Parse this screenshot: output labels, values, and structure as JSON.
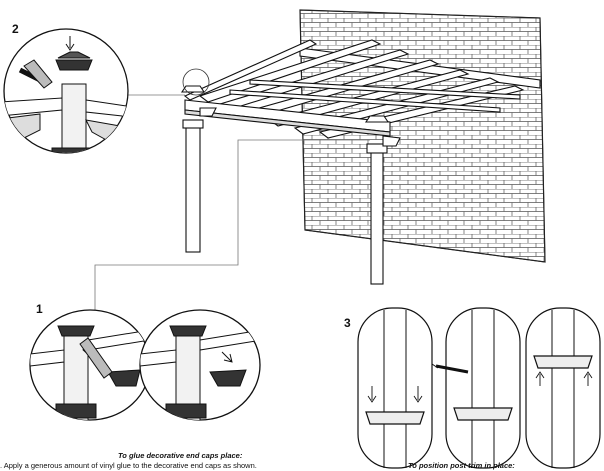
{
  "steps": {
    "one": "1",
    "two": "2",
    "three": "3"
  },
  "captions": {
    "end_caps_title": "To glue decorative end caps place:",
    "end_caps_text": ". Apply a generous amount of vinyl glue to the decorative end caps as shown.",
    "post_trim_title": "To position post trim in place:"
  }
}
